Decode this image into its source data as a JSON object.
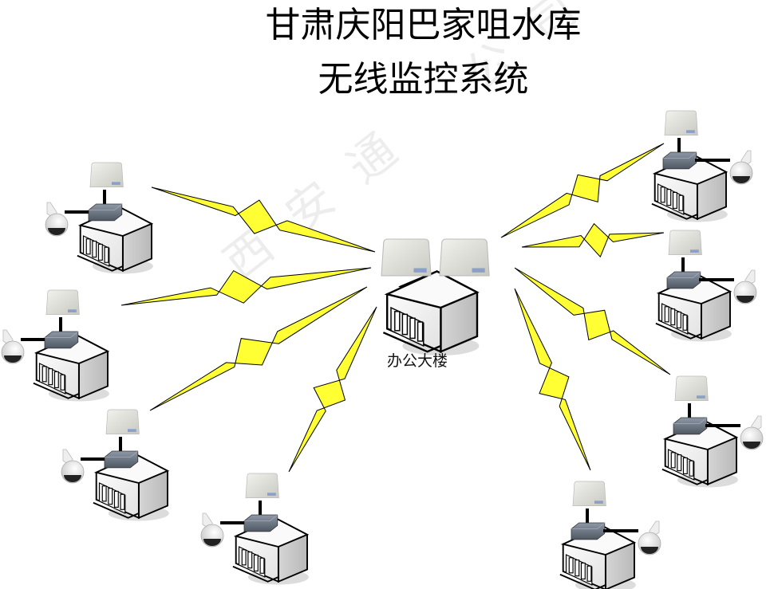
{
  "title": {
    "line1": "甘肃庆阳巴家咀水库",
    "line2": "无线监控系统"
  },
  "hub": {
    "label": "办公大楼",
    "icons": [
      "building-icon",
      "panel-antenna-icon",
      "panel-antenna-icon"
    ]
  },
  "watermark": {
    "visible_text_start": "西安通",
    "visible_text_end": "公司"
  },
  "link_color": "#ffff33",
  "sites": [
    {
      "id": "site-left-1",
      "side": "left",
      "icons": [
        "building-icon",
        "panel-antenna-icon",
        "bridge-radio-icon",
        "ptz-camera-icon"
      ]
    },
    {
      "id": "site-left-2",
      "side": "left",
      "icons": [
        "building-icon",
        "panel-antenna-icon",
        "bridge-radio-icon",
        "ptz-camera-icon"
      ]
    },
    {
      "id": "site-left-3",
      "side": "left",
      "icons": [
        "building-icon",
        "panel-antenna-icon",
        "bridge-radio-icon",
        "ptz-camera-icon"
      ]
    },
    {
      "id": "site-bottom-left",
      "side": "bottom",
      "icons": [
        "building-icon",
        "panel-antenna-icon",
        "bridge-radio-icon",
        "ptz-camera-icon"
      ]
    },
    {
      "id": "site-bottom-right",
      "side": "bottom",
      "icons": [
        "building-icon",
        "panel-antenna-icon",
        "bridge-radio-icon",
        "ptz-camera-icon"
      ]
    },
    {
      "id": "site-right-1",
      "side": "right",
      "icons": [
        "building-icon",
        "panel-antenna-icon",
        "bridge-radio-icon",
        "ptz-camera-icon"
      ]
    },
    {
      "id": "site-right-2",
      "side": "right",
      "icons": [
        "building-icon",
        "panel-antenna-icon",
        "bridge-radio-icon",
        "ptz-camera-icon"
      ]
    },
    {
      "id": "site-right-3",
      "side": "right",
      "icons": [
        "building-icon",
        "panel-antenna-icon",
        "bridge-radio-icon",
        "ptz-camera-icon"
      ]
    }
  ]
}
